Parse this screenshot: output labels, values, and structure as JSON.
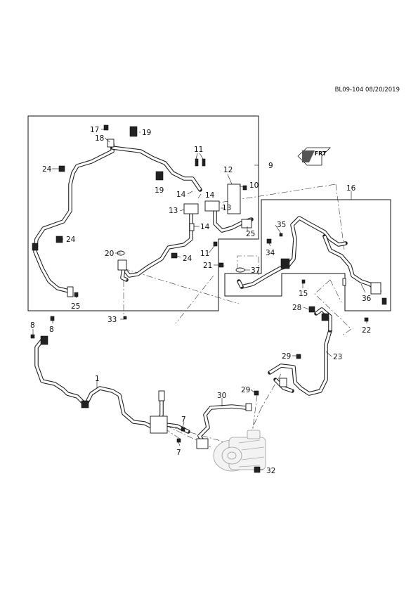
{
  "document": {
    "reference": "BL09-104 08/20/2019"
  },
  "orientation_mark": {
    "text": "FRT"
  },
  "callouts": {
    "c1": "1",
    "c7a": "7",
    "c7b": "7",
    "c8a": "8",
    "c8b": "8",
    "c9": "9",
    "c10": "10",
    "c11a": "11",
    "c11b": "11",
    "c12": "12",
    "c13a": "13",
    "c13b": "13",
    "c14a": "14",
    "c14b": "14",
    "c14c": "14",
    "c15": "15",
    "c16": "16",
    "c17": "17",
    "c18": "18",
    "c19a": "19",
    "c19b": "19",
    "c20": "20",
    "c21": "21",
    "c22": "22",
    "c23": "23",
    "c24a": "24",
    "c24b": "24",
    "c24c": "24",
    "c25a": "25",
    "c25b": "25",
    "c28": "28",
    "c29a": "29",
    "c29b": "29",
    "c30": "30",
    "c32": "32",
    "c33": "33",
    "c34": "34",
    "c35": "35",
    "c36": "36",
    "c37": "37"
  }
}
